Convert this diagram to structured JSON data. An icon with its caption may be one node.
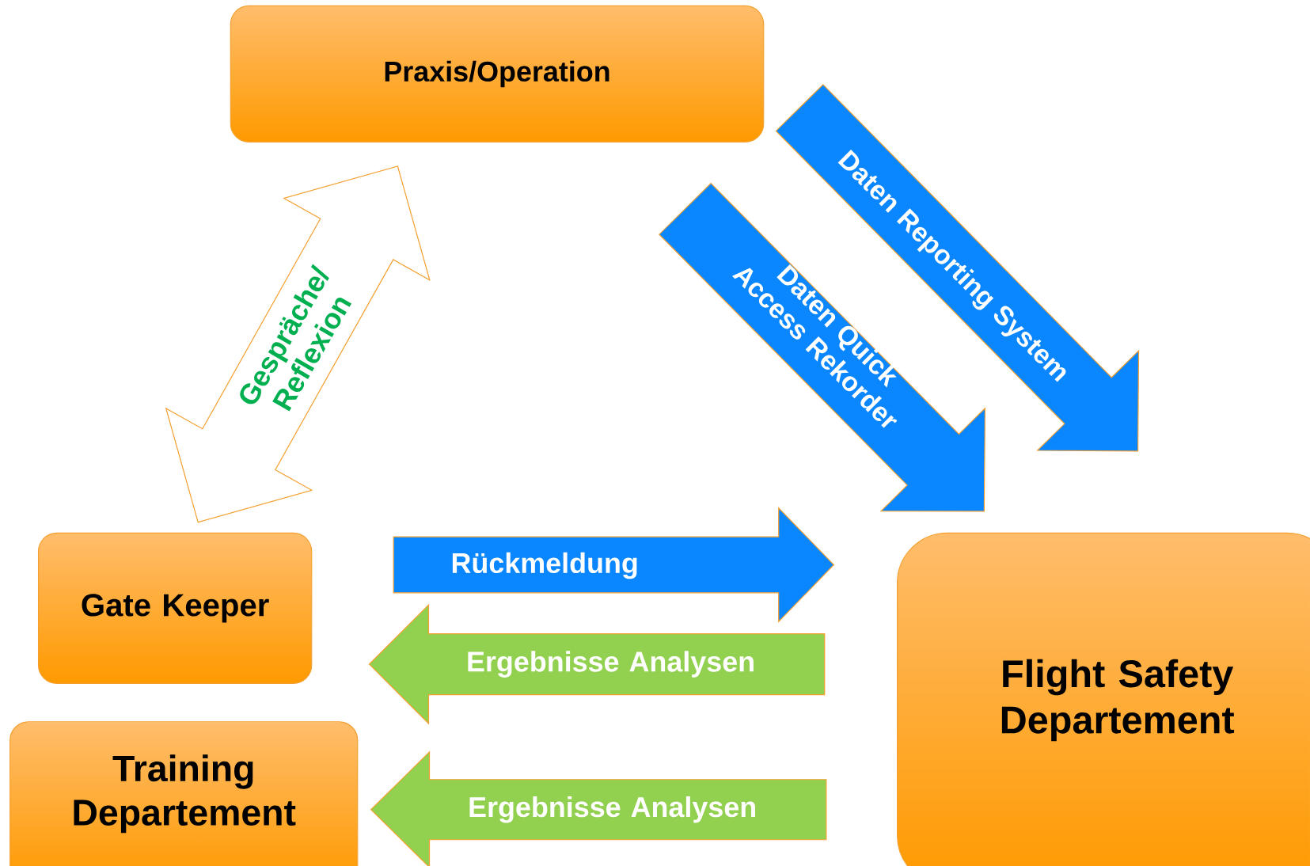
{
  "diagram": {
    "nodes": [
      {
        "text": [
          "Praxis/Operation"
        ]
      },
      {
        "text": [
          "Gate Keeper"
        ]
      },
      {
        "text": [
          "Training Departement"
        ]
      },
      {
        "text": [
          "Flight Safety Departement"
        ]
      }
    ],
    "edges": [
      {
        "from": 0,
        "to": 1,
        "arrow": "both",
        "label": "Gespräche/ Reflexion",
        "color": "#ffffff"
      },
      {
        "from": 0,
        "to": 3,
        "arrow": "to",
        "label": "Daten Quick Access Rekorder"
      },
      {
        "from": 0,
        "to": 3,
        "arrow": "to",
        "label": "Daten Reporting System"
      },
      {
        "from": 1,
        "to": 3,
        "arrow": "to",
        "label": "Rückmeldung"
      },
      {
        "from": 3,
        "to": 1,
        "arrow": "to",
        "label": "Ergebnisse Analysen",
        "color": "#92d050"
      },
      {
        "from": 3,
        "to": 2,
        "arrow": "to",
        "label": "Ergebnisse Analysen",
        "color": "#92d050"
      }
    ]
  }
}
